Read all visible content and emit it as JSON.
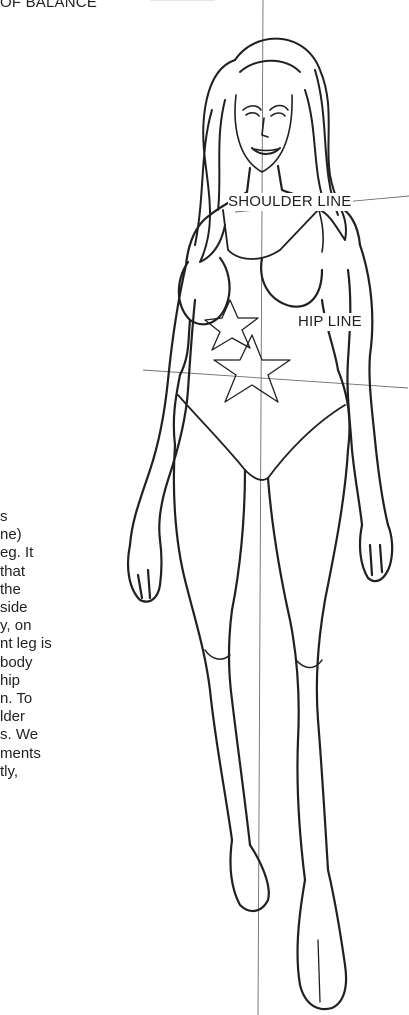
{
  "labels": {
    "balance": "OF BALANCE",
    "shoulder": "SHOULDER LINE",
    "hip": "HIP LINE"
  },
  "body_lines": [
    "s",
    "ne)",
    "eg. It",
    "that",
    "the",
    "side",
    "y, on",
    "nt leg is",
    "body",
    "hip",
    "n. To",
    "lder",
    "s. We",
    "ments",
    "tly,"
  ],
  "colors": {
    "ink": "#231f20",
    "guide": "#6d6e71",
    "faint": "#9a9a9a"
  }
}
